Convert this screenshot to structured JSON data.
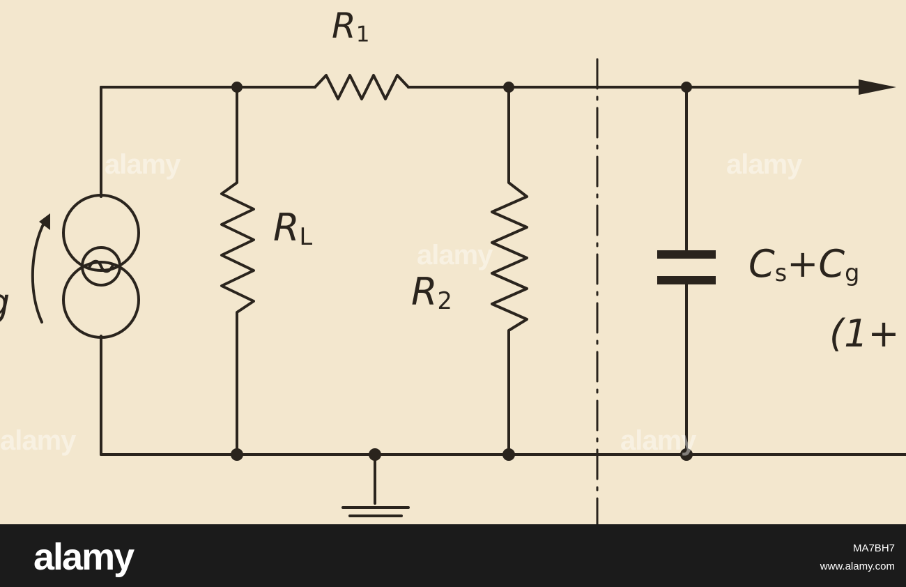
{
  "diagram": {
    "labels": {
      "r1": {
        "base": "R",
        "sub": "1"
      },
      "rl": {
        "base": "R",
        "sub": "L"
      },
      "r2": {
        "base": "R",
        "sub": "2"
      },
      "cap": {
        "line1": "C",
        "line1_sub1": "s",
        "line1_plus": "+C",
        "line1_sub2": "g",
        "line2": "(1+"
      },
      "source_partial": "g"
    },
    "colors": {
      "background": "#f3e7ce",
      "ink": "#2a241d",
      "footer": "#1b1b1b"
    },
    "icons": [
      "current-source-icon",
      "ac-sine-icon",
      "ground-icon",
      "arrow-icon"
    ]
  },
  "watermark": {
    "text": "alamy"
  },
  "footer": {
    "logo": "alamy",
    "image_id": "MA7BH7",
    "site": "www.alamy.com"
  }
}
